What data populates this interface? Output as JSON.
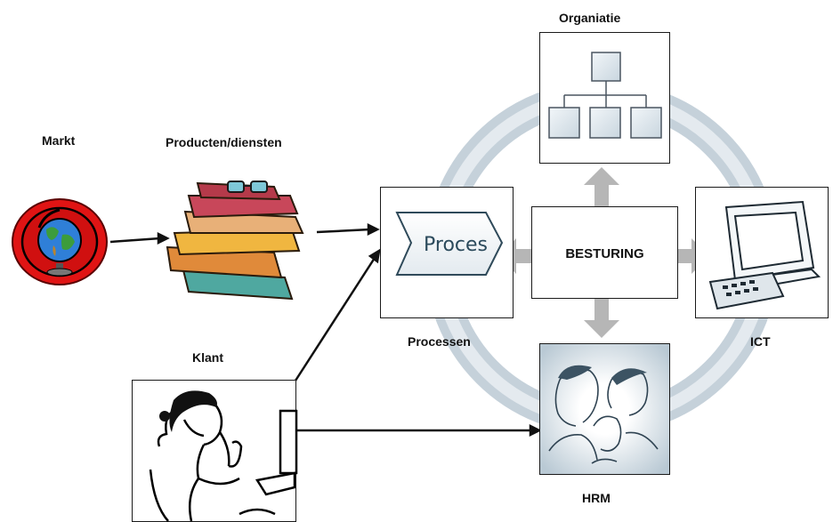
{
  "labels": {
    "markt": "Markt",
    "producten": "Producten/diensten",
    "klant": "Klant",
    "organisatie": "Organiatie",
    "processen": "Processen",
    "ict": "ICT",
    "hrm": "HRM",
    "besturing": "BESTURING",
    "proces_shape": "Proces"
  },
  "icons": {
    "globe": "globe-icon",
    "books": "books-icon",
    "person_phone": "person-on-phone-icon",
    "org_chart": "org-chart-icon",
    "process": "process-chevron-icon",
    "computer": "computer-monitor-icon",
    "people": "people-icon"
  },
  "colors": {
    "globe_ring": "#e01414",
    "cycle_ring": "#c9d4dd",
    "gray_arrow": "#b4b4b4",
    "line": "#111111"
  }
}
